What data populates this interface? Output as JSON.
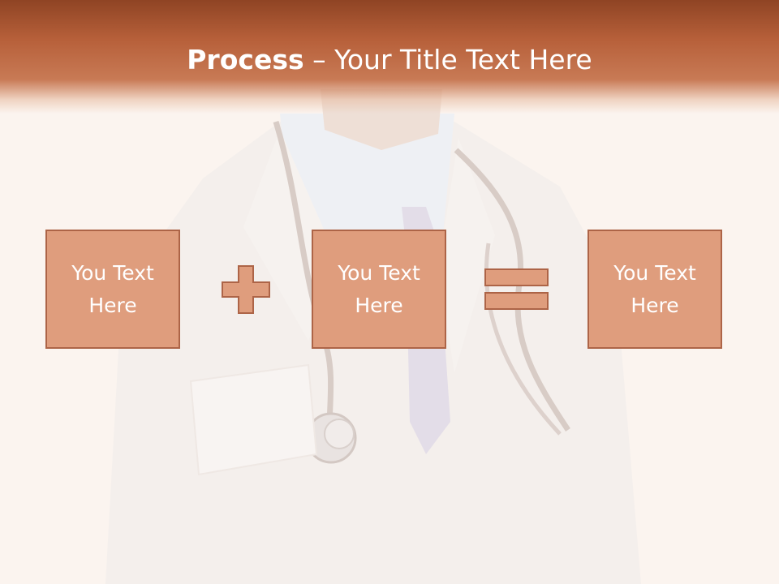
{
  "slide": {
    "title_bold": "Process",
    "title_dash": " – ",
    "title_rest": "Your Title Text Here",
    "boxes": [
      {
        "text": "You Text Here"
      },
      {
        "text": "You Text Here"
      },
      {
        "text": "You Text Here"
      }
    ],
    "operators": [
      "plus-icon",
      "equals-icon"
    ]
  },
  "colors": {
    "header_dark": "#8f4424",
    "box_fill": "#df9d7d",
    "box_border": "#ad6447",
    "background": "#fbf4ef"
  }
}
